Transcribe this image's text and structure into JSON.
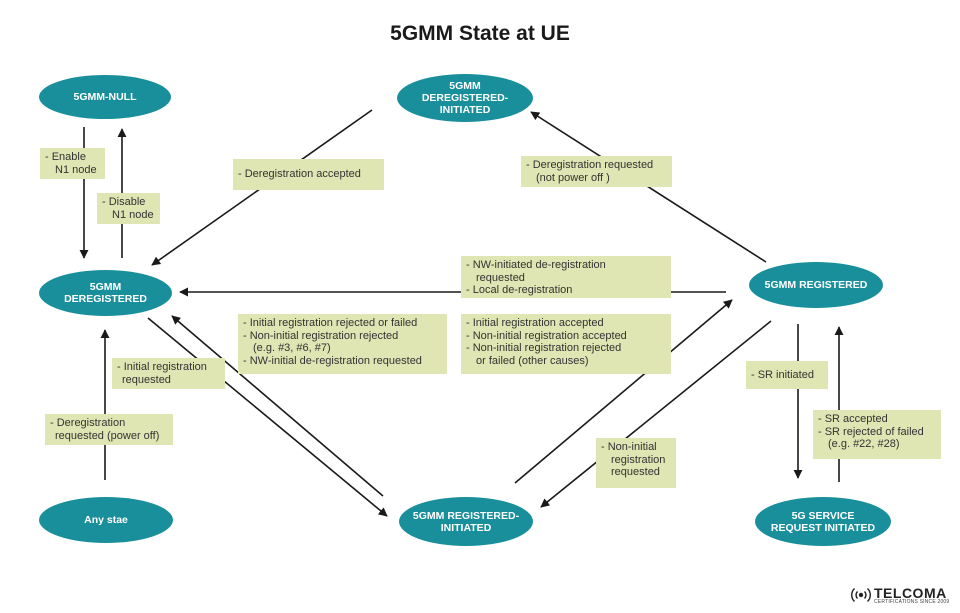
{
  "title": "5GMM State at UE",
  "states": {
    "null": [
      "5GMM-NULL"
    ],
    "dereg_initiated": [
      "5GMM DEREGISTERED-",
      "INITIATED"
    ],
    "deregistered": [
      "5GMM DEREGISTERED"
    ],
    "registered": [
      "5GMM REGISTERED"
    ],
    "any": [
      "Any stae"
    ],
    "reg_initiated": [
      "5GMM REGISTERED-",
      "INITIATED"
    ],
    "sr_initiated": [
      "5G SERVICE",
      "REQUEST INITIATED"
    ]
  },
  "labels": {
    "enable_n1": [
      "- Enable",
      "N1 node"
    ],
    "disable_n1": [
      "- Disable",
      "N1 node"
    ],
    "dereg_accepted": [
      "- Deregistration accepted"
    ],
    "dereg_requested_not_power_off": [
      "- Deregistration requested",
      "(not power off )"
    ],
    "nw_initiated_dereg": [
      "- NW-initiated de-registration",
      "requested",
      "- Local de-registration"
    ],
    "initial_reg_rejected": [
      "- Initial registration rejected or failed",
      "- Non-initial registration rejected",
      "(e.g. #3, #6, #7)",
      "- NW-initial de-registration requested"
    ],
    "initial_reg_accepted": [
      "- Initial registration accepted",
      "- Non-initial registration accepted",
      "- Non-initial registration rejected",
      "or failed (other causes)"
    ],
    "initial_reg_requested": [
      "- Initial registration",
      "requested"
    ],
    "dereg_power_off": [
      "- Deregistration",
      "requested (power off)"
    ],
    "sr_initiated": [
      "- SR initiated"
    ],
    "sr_accepted": [
      "- SR accepted",
      "- SR rejected of failed",
      "(e.g. #22, #28)"
    ],
    "non_initial_reg_requested": [
      "- Non-initial",
      "registration",
      "requested"
    ]
  },
  "colors": {
    "state_fill": "#1a8f9c",
    "state_text": "#ffffff",
    "label_fill": "#dfe6b3",
    "arrow": "#1a1a1a"
  },
  "logo": {
    "name": "TELCOMA",
    "tagline": "CERTIFICATIONS SINCE 2009",
    "icon": "signal-waves-icon"
  }
}
